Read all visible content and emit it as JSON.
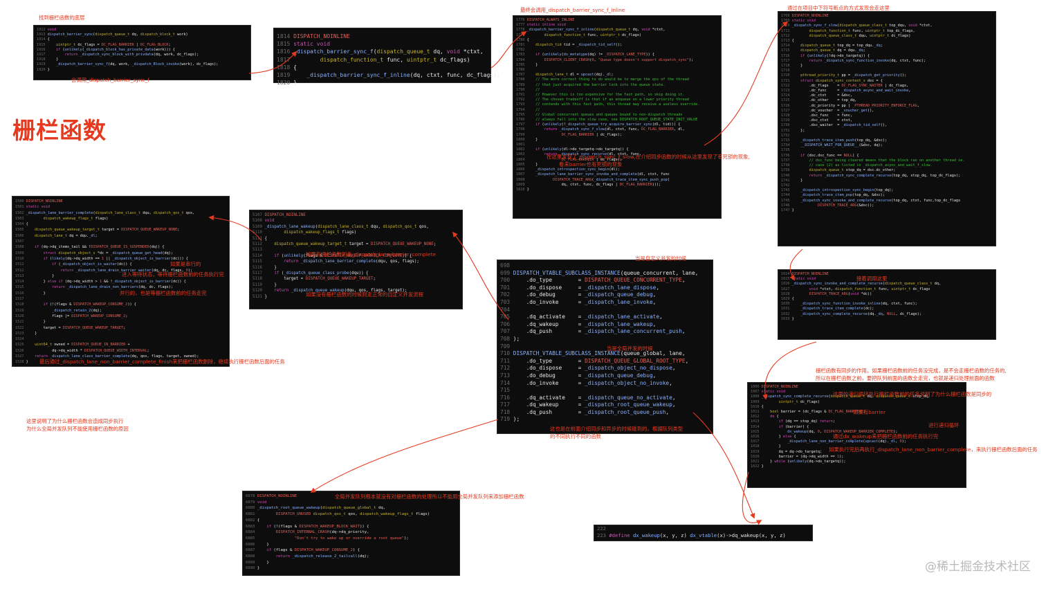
{
  "title": "栅栏函数",
  "watermark": "@稀土掘金技术社区",
  "notes": {
    "n1": "找到栅栏函数的底层",
    "n2": "会调用_dispatch_barrier_sync_f",
    "n3": "最终会调用_dispatch_barrier_sync_f_inline",
    "n4": "通过在项目中下符号断点的方式发现会走这里",
    "n5": "在这里发现了_dispatch_sync_f_slow,在介绍同步函数的时候从这里发现了有死锁的现象,",
    "n5b": "看来barrier也有死锁的现象",
    "n6": "接着调用这里",
    "n7a": "栅栏函数有同步的作用，如果栅栏函数前的任务没完成，是不会走栅栏函数的任务的,",
    "n7b": "所以在栅栏函数之前，要把队列前面的函数全走完，也就是递归处理前面的函数",
    "n8": "这里的递归循环执行栅栏函数前的任务说明了为什么栅栏函数是同步的",
    "n9": "如果有barrier",
    "n10": "进行递归循环",
    "n11": "通过dx_wakeup来把栅栏函数前的任务执行完",
    "n12": "如果执行完后再执行_dispatch_lane_non_barrier_complete，来执行栅栏函数后面的任务",
    "n13": "当是自定义并发的时候",
    "n14": "当是全局并发的时候",
    "n15a": "这也是在前面介绍同步和异步的时候碰到的，根据队列类型",
    "n15b": "的不同执行不同的函数",
    "n16": "如果有栅栏函数则走_dispatch_lane_barrier_complete",
    "n17": "如果没有栅栏函数的时候则走正常的自定义并发流程",
    "n18": "如果是串行的",
    "n19": "进入等待状态，等待栅栏函数前的任务执行完",
    "n20": "并行的，也是等栅栏函数前的任务走完",
    "n21": "最后通过_dispatch_lane_non_barrier_complete_finish来把栅栏函数删除，继续执行栅栏函数后面的任务",
    "n22a": "这里说明了为什么栅栏函数会造成同步执行",
    "n22b": "为什么全局并发队列不能使用栅栏函数的原因",
    "n23": "全局并发队列根本就没有对栅栏函数的处理所以不能用全局并发队列来添加栅栏函数"
  },
  "panels": {
    "p1": [
      "1912 <k>void</k>",
      "1913 <f>dispatch_barrier_sync</f>(<t>dispatch_queue_t</t> dq, <t>dispatch_block_t</t> work)",
      "1914 {",
      "1915     <t>uintptr_t</t> dc_flags = <m>DC_FLAG_BARRIER</m> | <m>DC_FLAG_BLOCK</m>;",
      "1916     <k>if</k> (<f>unlikely</f>(<f>_dispatch_block_has_private_data</f>(work))) {",
      "1917         <k>return</k> <f>_dispatch_sync_block_with_privdata</f>(dq, work, dc_flags);",
      "1918     }",
      "1919     <f>_dispatch_barrier_sync_f</f>(dq, work, <f>_dispatch_Block_invoke</f>(work), dc_flags);",
      "1920 }"
    ],
    "p2": [
      "1814 <m>DISPATCH_NOINLINE</m>",
      "1815 <k>static void</k>",
      "1816 <f>_dispatch_barrier_sync_f</f>(<t>dispatch_queue_t</t> dq, <k>void</k> *ctxt,",
      "1817         <t>dispatch_function_t</t> func, <t>uintptr_t</t> dc_flags)",
      "1818 {",
      "1819     <f>_dispatch_barrier_sync_f_inline</f>(dq, ctxt, func, dc_flags);",
      "1820 }"
    ],
    "p3": [
      "1776 <m>DISPATCH_ALWAYS_INLINE</m>",
      "1777 <k>static inline void</k>",
      "1778 <f>_dispatch_barrier_sync_f_inline</f>(<t>dispatch_queue_t</t> dq, <k>void</k> *ctxt,",
      "1779         <t>dispatch_function_t</t> func, <t>uintptr_t</t> dc_flags)",
      "1780 {",
      "1781     <t>dispatch_tid</t> tid = <f>_dispatch_tid_self</f>();",
      "1782 ",
      "1783     <k>if</k> (<f>unlikely</f>(<f>dx_metatype</f>(dq) != <m>_DISPATCH_LANE_TYPE</m>)) {",
      "1784         <m>DISPATCH_CLIENT_CRASH</m>(<s>0</s>, <s>\"Queue type doesn't support dispatch_sync\"</s>);",
      "1785     }",
      "1786 ",
      "1787     <t>dispatch_lane_t</t> dl = <f>upcast</f>(dq).<f>_dl</f>;",
      "1788     <c>// The more correct thing to do would be to merge the qos of the thread</c>",
      "1789     <c>// that just acquired the barrier lock into the queue state.</c>",
      "1790     <c>//</c>",
      "1791     <c>// However this is too expensive for the fast path, so skip doing it.</c>",
      "1792     <c>// The chosen tradeoff is that if an enqueue on a lower priority thread</c>",
      "1793     <c>// contends with this fast path, this thread may receive a useless override.</c>",
      "1794     <c>//</c>",
      "1795     <c>// Global concurrent queues and queues bound to non-dispatch threads</c>",
      "1796     <c>// always fall into the slow case, see DISPATCH_ROOT_QUEUE_STATE_INIT_VALUE</c>",
      "1797     <k>if</k> (<f>unlikely</f>(!<f>_dispatch_queue_try_acquire_barrier_sync</f>(dl, tid))) {",
      "1798         <k>return</k> <f>_dispatch_sync_f_slow</f>(dl, ctxt, func, <m>DC_FLAG_BARRIER</m>, dl,",
      "1799                 <m>DC_FLAG_BARRIER</m> | dc_flags);",
      "1800     }",
      "1801 ",
      "1802     <k>if</k> (<f>unlikely</f>(dl->do_targetq->do_targetq)) {",
      "1803         <k>return</k> <f>_dispatch_sync_recurse</f>(dl, ctxt, func,",
      "1804                 <m>DC_FLAG_BARRIER</m> | dc_flags);",
      "1805     }",
      "1806     <f>_dispatch_introspection_sync_begin</f>(dl);",
      "1807     <f>_dispatch_lane_barrier_sync_invoke_and_complete</f>(dl, ctxt, func",
      "1808             <m>DISPATCH_TRACE_ARG</m>(<f>_dispatch_trace_item_sync_push_pop</f>(",
      "1809                 dq, ctxt, func, dc_flags | <m>DC_FLAG_BARRIER</m>)));",
      "1810 }"
    ],
    "p4": [
      "1708 <m>DISPATCH_NOINLINE</m>",
      "1709 <k>static void</k>",
      "1710 <f>_dispatch_sync_f_slow</f>(<t>dispatch_queue_class_t</t> top_dqu, <k>void</k> *ctxt,",
      "1711         <t>dispatch_function_t</t> func, <t>uintptr_t</t> top_dc_flags,",
      "1712         <t>dispatch_queue_class_t</t> dqu, <t>uintptr_t</t> dc_flags)",
      "1713 {",
      "1714     <t>dispatch_queue_t</t> top_dq = top_dqu.<f>_dq</f>;",
      "1715     <t>dispatch_queue_t</t> dq = dqu.<f>_dq</f>;",
      "1716     <k>if</k> (<f>unlikely</f>(!dq->do_targetq)) {",
      "1717         <k>return</k> <f>_dispatch_sync_function_invoke</f>(dq, ctxt, func);",
      "1718     }",
      "1719 ",
      "1720     <t>pthread_priority_t</t> pp = <f>_dispatch_get_priority</f>();",
      "1721     <k>struct</k> <t>dispatch_sync_context_s</t> dsc = {",
      "1722         .dc_flags    = <m>DC_FLAG_SYNC_WAITER</m> | dc_flags,",
      "1723         .dc_func     = <f>_dispatch_async_and_wait_invoke</f>,",
      "1724         .dc_ctxt     = &dsc,",
      "1725         .dc_other    = top_dq,",
      "1726         .dc_priority = pp | <m>_PTHREAD_PRIORITY_ENFORCE_FLAG</m>,",
      "1727         .dc_voucher  = <f>_voucher_get</f>(),",
      "1728         .dsc_func    = func,",
      "1729         .dsc_ctxt    = ctxt,",
      "1730         .dsc_waiter  = <f>_dispatch_tid_self</f>(),",
      "1731     };",
      "1732 ",
      "1733     <f>_dispatch_trace_item_push</f>(top_dq, &dsc);",
      "1734     <f>__DISPATCH_WAIT_FOR_QUEUE__</f>(&dsc, dq);",
      "1735 ",
      "1736     <k>if</k> (dsc.dsc_func == <m>NULL</m>) {",
      "1737         <c>// dsc_func being cleared means that the block ran on another thread ie.</c>",
      "1738         <c>// case (2) as listed in _dispatch_async_and_wait_f_slow.</c>",
      "1739         <t>dispatch_queue_t</t> stop_dq = dsc.dc_other;",
      "1740         <k>return</k> <f>_dispatch_sync_complete_recurse</f>(top_dq, stop_dq, top_dc_flags);",
      "1741     }",
      "1742 ",
      "1743     <f>_dispatch_introspection_sync_begin</f>(top_dq);",
      "1744     <f>_dispatch_trace_item_pop</f>(top_dq, &dsc);",
      "1745     <f>_dispatch_sync_invoke_and_complete_recurse</f>(top_dq, ctxt, func,top_dc_flags",
      "1746             <m>DISPATCH_TRACE_ARG</m>(&dsc));",
      "1747 }"
    ],
    "p5": [
      "1024 <m>DISPATCH_NOINLINE</m>",
      "1025 <k>static void</k>",
      "1026 <f>_dispatch_sync_invoke_and_complete_recurse</f>(<t>dispatch_queue_class_t</t> dq,",
      "1027         <k>void</k> *ctxt, <t>dispatch_function_t</t> func, <t>uintptr_t</t> dc_flags",
      "1028         <m>DISPATCH_TRACE_ARG</m>(<k>void</k> *dc))",
      "1029 {",
      "1030     <f>_dispatch_sync_function_invoke_inline</f>(dq, ctxt, func);",
      "1031     <f>_dispatch_trace_item_complete</f>(dc);",
      "1032     <f>_dispatch_sync_complete_recurse</f>(dq.<f>_dq</f>, <m>NULL</m>, dc_flags);",
      "1033 }"
    ],
    "p6": [
      "1006 <m>DISPATCH_NOINLINE</m>",
      "1007 <k>static void</k>",
      "1008 <f>_dispatch_sync_complete_recurse</f>(<t>dispatch_queue_t</t> dq, <t>dispatch_queue_t</t> stop_dq,",
      "1009         <t>uintptr_t</t> dc_flags)",
      "1010 {",
      "1011     <t>bool</t> barrier = (dc_flags & <m>DC_FLAG_BARRIER</m>);",
      "1012     <k>do</k> {",
      "1013         <k>if</k> (dq == stop_dq) <k>return</k>;",
      "1014         <k>if</k> (barrier) {",
      "1015             <f>dx_wakeup</f>(dq, <s>0</s>, <m>DISPATCH_WAKEUP_BARRIER_COMPLETE</m>);",
      "1016         } <k>else</k> {",
      "1017             <f>_dispatch_lane_non_barrier_complete</f>(<f>upcast</f>(dq).<f>_dl</f>, <s>0</s>);",
      "1018         }",
      "1019         dq = dq->do_targetq;",
      "1020         barrier = (dq->dq_width == <s>1</s>);",
      "1021     } <k>while</k> (<f>unlikely</f>(dq->do_targetq));",
      "1022 }"
    ],
    "p7": [
      "222",
      "223 <k>#define</k> <f>dx_wakeup</f>(x, y, z) <f>dx_vtable</f>(x)->dq_wakeup(x, y, z)"
    ],
    "p8": [
      "698 ",
      "699 <f>DISPATCH_VTABLE_SUBCLASS_INSTANCE</f>(queue_concurrent, lane,",
      "700     .do_type        = <m>DISPATCH_QUEUE_CONCURRENT_TYPE</m>,",
      "701     .do_dispose     = <f>_dispatch_lane_dispose</f>,",
      "702     .do_debug       = <f>_dispatch_queue_debug</f>,",
      "703     .do_invoke      = <f>_dispatch_lane_invoke</f>,",
      "704 ",
      "705     .dq_activate    = <f>_dispatch_lane_activate</f>,",
      "706     .dq_wakeup      = <f>_dispatch_lane_wakeup</f>,",
      "707     .dq_push        = <f>_dispatch_lane_concurrent_push</f>,",
      "708 );",
      "709 ",
      "710 <f>DISPATCH_VTABLE_SUBCLASS_INSTANCE</f>(queue_global, lane,",
      "711     .do_type        = <m>DISPATCH_QUEUE_GLOBAL_ROOT_TYPE</m>,",
      "712     .do_dispose     = <f>_dispatch_object_no_dispose</f>,",
      "713     .do_debug       = <f>_dispatch_queue_debug</f>,",
      "714     .do_invoke      = <f>_dispatch_object_no_invoke</f>,",
      "715 ",
      "716     .dq_activate    = <f>_dispatch_queue_no_activate</f>,",
      "717     .dq_wakeup      = <f>_dispatch_root_queue_wakeup</f>,",
      "718     .dq_push        = <f>_dispatch_root_queue_push</f>,",
      "719 );"
    ],
    "p9": [
      "5107 <m>DISPATCH_NOINLINE</m>",
      "5108 <k>void</k>",
      "5109 <f>_dispatch_lane_wakeup</f>(<t>dispatch_lane_class_t</t> dqu, <t>dispatch_qos_t</t> qos,",
      "5110         <t>dispatch_wakeup_flags_t</t> flags)",
      "5111 {",
      "5112     <t>dispatch_queue_wakeup_target_t</t> target = <m>DISPATCH_QUEUE_WAKEUP_NONE</m>;",
      "5113 ",
      "5114     <k>if</k> (<f>unlikely</f>(flags & <m>DISPATCH_WAKEUP_BARRIER_COMPLETE</m>)) {",
      "5115         <k>return</k> <f>_dispatch_lane_barrier_complete</f>(dqu, qos, flags);",
      "5116     }",
      "5117     <k>if</k> (<f>_dispatch_queue_class_probe</f>(dqu)) {",
      "5118         target = <m>DISPATCH_QUEUE_WAKEUP_TARGET</m>;",
      "5119     }",
      "5120     <k>return</k> <f>_dispatch_queue_wakeup</f>(dqu, qos, flags, target);",
      "5121 }"
    ],
    "p10": [
      "1500 <m>DISPATCH_NOINLINE</m>",
      "1501 <k>static void</k>",
      "1502 <f>_dispatch_lane_barrier_complete</f>(<t>dispatch_lane_class_t</t> dqu, <t>dispatch_qos_t</t> qos,",
      "1503         <t>dispatch_wakeup_flags_t</t> flags)",
      "1504 {",
      "1505     <t>dispatch_queue_wakeup_target_t</t> target = <m>DISPATCH_QUEUE_WAKEUP_NONE</m>;",
      "1506     <t>dispatch_lane_t</t> dq = dqu.<f>_dl</f>;",
      "1507 ",
      "1508     <k>if</k> (dq->dq_items_tail && !<m>DISPATCH_QUEUE_IS_SUSPENDED</m>(dq)) {",
      "1509         <k>struct</k> <t>dispatch_object_s</t> *dc = <f>_dispatch_queue_get_head</f>(dq);",
      "1510         <k>if</k> (<f>likely</f>(dq->dq_width == <s>1</s> || <f>_dispatch_object_is_barrier</f>(dc))) {",
      "1511             <k>if</k> (<f>_dispatch_object_is_waiter</f>(dc)) {",
      "1512                 <k>return</k> <f>_dispatch_lane_drain_barrier_waiter</f>(dq, dc, flags, <s>0</s>);",
      "1513             }",
      "1514         } <k>else if</k> (dq->dq_width > <s>1</s> && !<f>_dispatch_object_is_barrier</f>(dc)) {",
      "1515             <k>return</k> <f>_dispatch_lane_drain_non_barriers</f>(dq, dc, flags);",
      "1516         }",
      "1517 ",
      "1518         <k>if</k> (!(flags & <m>DISPATCH_WAKEUP_CONSUME_2</m>)) {",
      "1519             <f>_dispatch_retain_2</f>(dq);",
      "1520             flags |= <m>DISPATCH_WAKEUP_CONSUME_2</m>;",
      "1521         }",
      "1522         target = <m>DISPATCH_QUEUE_WAKEUP_TARGET</m>;",
      "1523     }",
      "1524 ",
      "1525     <t>uint64_t</t> owned = <m>DISPATCH_QUEUE_IN_BARRIER</m> +",
      "1526             dq->dq_width * <m>DISPATCH_QUEUE_WIDTH_INTERVAL</m>;",
      "1527     <k>return</k> <f>_dispatch_lane_class_barrier_complete</f>(dq, qos, flags, target, owned);",
      "1528 }"
    ],
    "p11": [
      "6878 <m>DISPATCH_NOINLINE</m>",
      "6879 <k>void</k>",
      "6880 <f>_dispatch_root_queue_wakeup</f>(<t>dispatch_queue_global_t</t> dq,",
      "6881         <m>DISPATCH_UNUSED</m> <t>dispatch_qos_t</t> qos, <t>dispatch_wakeup_flags_t</t> flags)",
      "6882 {",
      "6883     <k>if</k> (!(flags & <m>DISPATCH_WAKEUP_BLOCK_WAIT</m>)) {",
      "6884         <m>DISPATCH_INTERNAL_CRASH</m>(dq->dq_priority,",
      "6885                 <s>\"Don't try to wake up or override a root queue\"</s>);",
      "6886     }",
      "6887     <k>if</k> (flags & <m>DISPATCH_WAKEUP_CONSUME_2</m>) {",
      "6888         <k>return</k> <f>_dispatch_release_2_tailcall</f>(dq);",
      "6889     }",
      "6890 }"
    ]
  }
}
